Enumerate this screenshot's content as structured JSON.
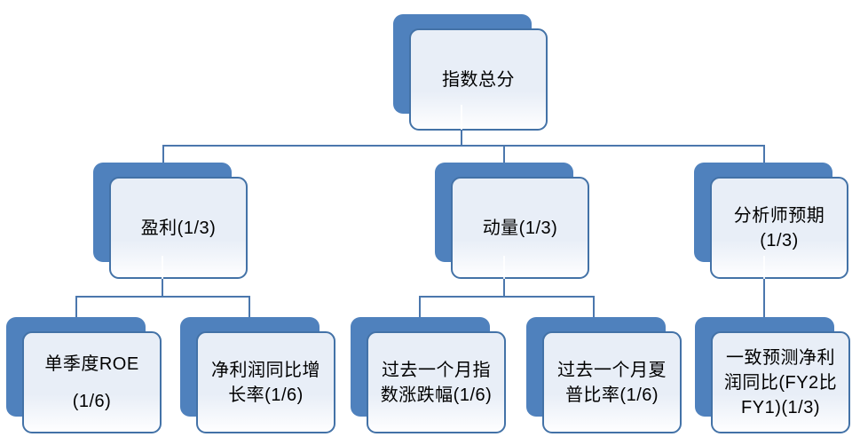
{
  "colors": {
    "background": "#FFFFFF",
    "node_back": "#4F81BD",
    "node_border": "#4372A7",
    "node_fill_top": "#E8EEF7",
    "node_fill_bottom": "#FEFEFF",
    "connector": "#4B77AD",
    "label_text": "#000000"
  },
  "tree": {
    "root": {
      "label": "指数总分"
    },
    "level2": [
      {
        "label": "盈利(1/3)"
      },
      {
        "label": "动量(1/3)"
      },
      {
        "label": "分析师预期\n(1/3)"
      }
    ],
    "level3": [
      {
        "label": "单季度ROE\n(1/6)"
      },
      {
        "label": "净利润同比增\n长率(1/6)"
      },
      {
        "label": "过去一个月指\n数涨跌幅(1/6)"
      },
      {
        "label": "过去一个月夏\n普比率(1/6)"
      },
      {
        "label": "一致预测净利\n润同比(FY2比\nFY1)(1/3)"
      }
    ]
  }
}
